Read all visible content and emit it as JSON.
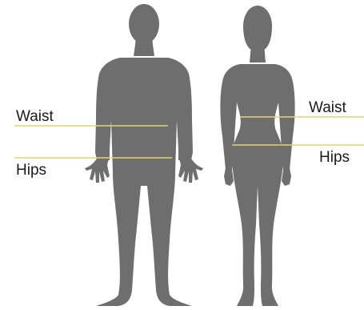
{
  "figures": [
    {
      "name": "male",
      "labels": {
        "waist": "Waist",
        "hips": "Hips"
      }
    },
    {
      "name": "female",
      "labels": {
        "waist": "Waist",
        "hips": "Hips"
      }
    }
  ],
  "colors": {
    "silhouette": "#6e6e6e",
    "guide_line": "#e3d46a",
    "text": "#1a1a1a",
    "background": "#ffffff"
  }
}
